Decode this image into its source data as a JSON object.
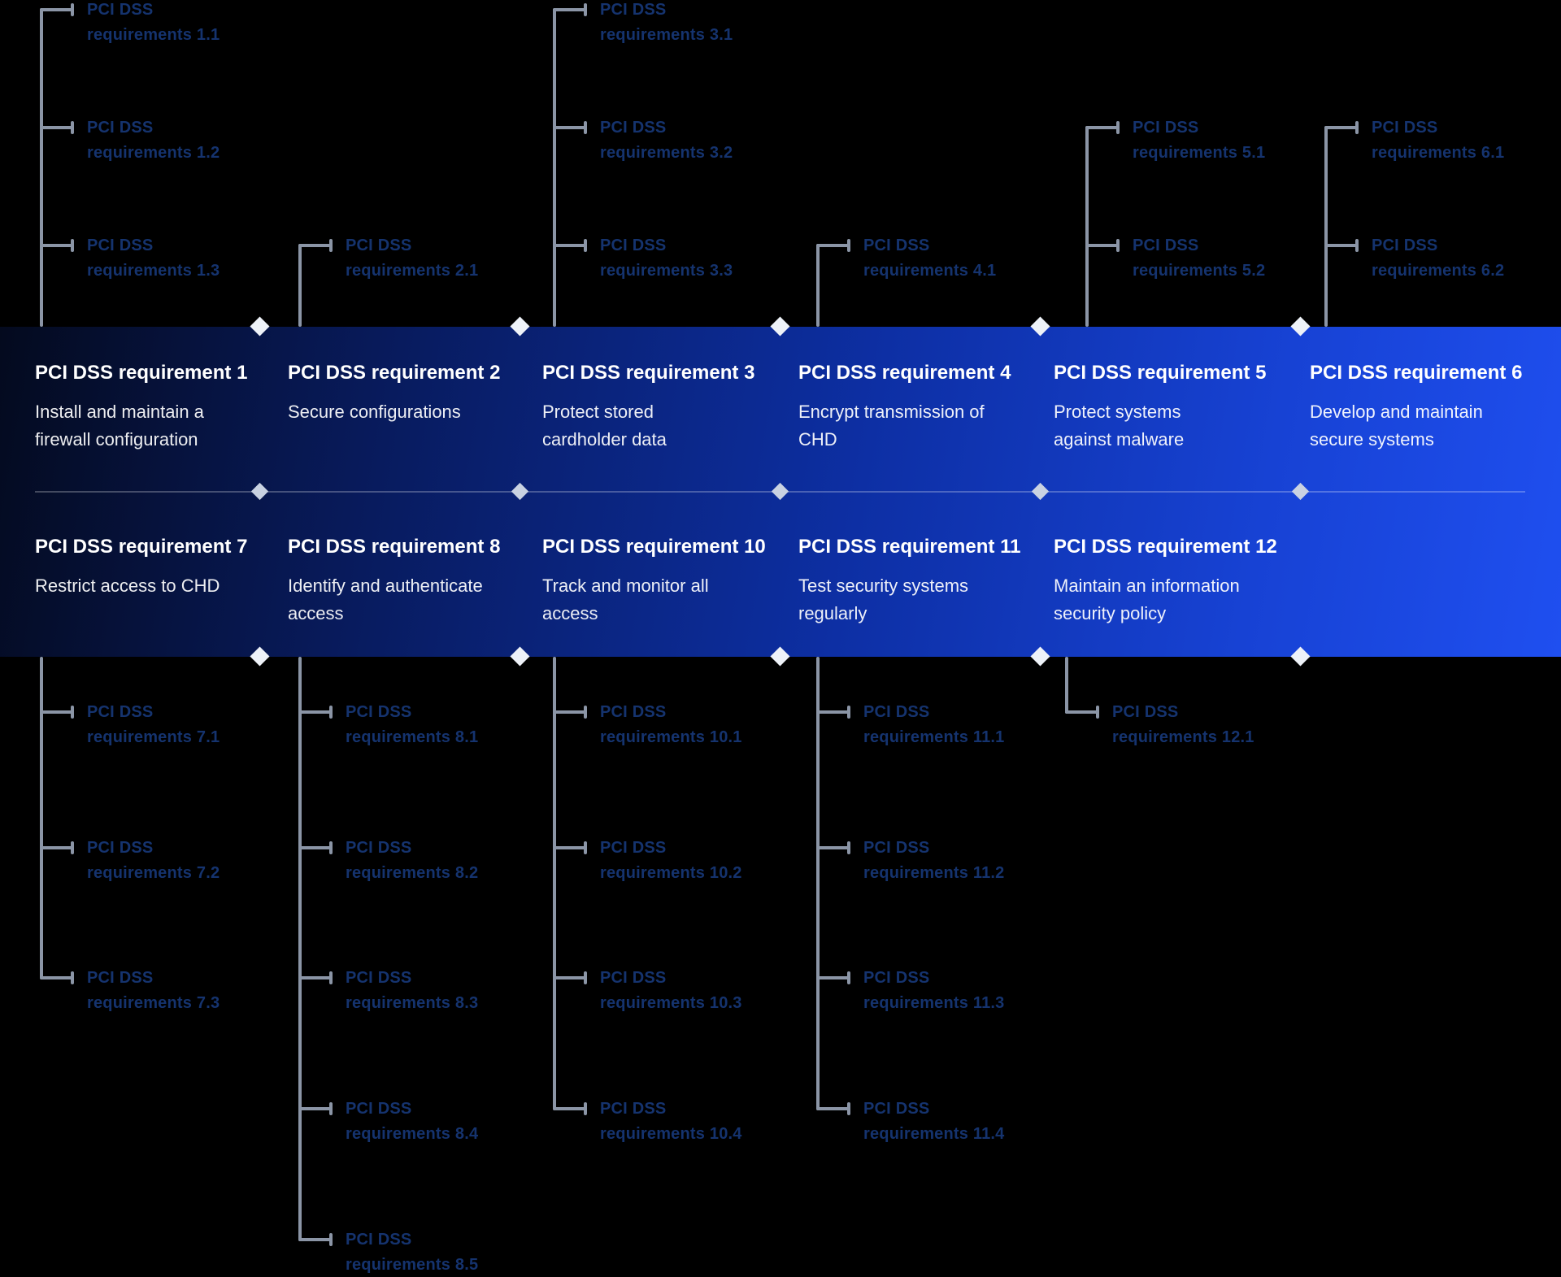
{
  "colors": {
    "background": "#000000",
    "band_gradient_start": "#040a1e",
    "band_gradient_mid": "#0d2fa4",
    "band_gradient_end": "#1f4ff0",
    "card_title": "#ffffff",
    "card_subtitle": "#edf1f9",
    "sub_label": "#15336e",
    "connector_line": "#8b95a6",
    "divider_diamond": "#c9d2e2",
    "edge_diamond": "#eef2f8"
  },
  "band": {
    "row1": [
      {
        "title": "PCI DSS requirement 1",
        "subtitle": "Install and maintain a firewall configuration"
      },
      {
        "title": "PCI DSS requirement 2",
        "subtitle": "Secure configurations"
      },
      {
        "title": "PCI DSS requirement 3",
        "subtitle": "Protect stored cardholder data"
      },
      {
        "title": "PCI DSS requirement 4",
        "subtitle": "Encrypt transmission of CHD"
      },
      {
        "title": "PCI DSS requirement 5",
        "subtitle": "Protect systems against malware"
      },
      {
        "title": "PCI DSS requirement 6",
        "subtitle": "Develop and maintain secure systems"
      }
    ],
    "row2": [
      {
        "title": "PCI DSS requirement 7",
        "subtitle": "Restrict access to CHD"
      },
      {
        "title": "PCI DSS requirement 8",
        "subtitle": "Identify and authenticate access"
      },
      {
        "title": "PCI DSS requirement 10",
        "subtitle": "Track and monitor all access"
      },
      {
        "title": "PCI DSS requirement 11",
        "subtitle": "Test security systems regularly"
      },
      {
        "title": "PCI DSS requirement 12",
        "subtitle": "Maintain an information security policy"
      }
    ]
  },
  "sub_requirements": {
    "line1": "PCI DSS",
    "top": {
      "req1": [
        "requirements 1.1",
        "requirements 1.2",
        "requirements 1.3"
      ],
      "req2": [
        "requirements 2.1"
      ],
      "req3": [
        "requirements 3.1",
        "requirements 3.2",
        "requirements 3.3"
      ],
      "req4": [
        "requirements 4.1"
      ],
      "req5": [
        "requirements 5.1",
        "requirements 5.2"
      ],
      "req6": [
        "requirements 6.1",
        "requirements 6.2"
      ]
    },
    "bottom": {
      "req7": [
        "requirements 7.1",
        "requirements 7.2",
        "requirements 7.3"
      ],
      "req8": [
        "requirements 8.1",
        "requirements 8.2",
        "requirements 8.3",
        "requirements 8.4",
        "requirements 8.5"
      ],
      "req10": [
        "requirements 10.1",
        "requirements 10.2",
        "requirements 10.3",
        "requirements 10.4"
      ],
      "req11": [
        "requirements 11.1",
        "requirements 11.2",
        "requirements 11.3",
        "requirements 11.4"
      ],
      "req12": [
        "requirements 12.1"
      ]
    }
  }
}
